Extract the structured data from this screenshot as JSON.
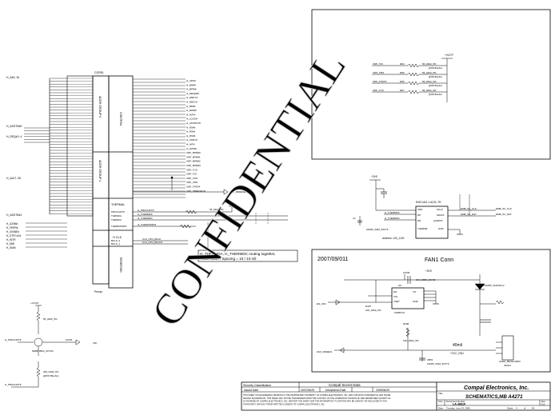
{
  "watermark": "CONFIDENTIAL",
  "cpu": {
    "title_top": "COREL",
    "section_labels": [
      "ADDR GROUP 0",
      "CONTROL",
      "ADDR GROUP 1",
      "THERMAL",
      "H CLK",
      "RESERVED"
    ],
    "part": "Penryn",
    "thermal_pins": [
      "PROCHOT#",
      "THRMDA",
      "THRMDC"
    ],
    "thermtrip": "THERMTRIP#",
    "hclk_pins": [
      "BCLK_0",
      "BCLK_1"
    ],
    "left_net_labels": [
      "H_A#3..16",
      "H_ADSTB#0",
      "H_REQ#0..4",
      "H_A#17..35",
      "H_ADSTB#1",
      "H_A20M#",
      "H_FERR#",
      "H_IGNNE#",
      "H_STPCLK#",
      "H_INTR",
      "H_NMI",
      "H_SMI#"
    ],
    "right_net_labels": [
      "H_ADS#",
      "H_BNR#",
      "H_BPRI#",
      "H_DEFER#",
      "H_DRDY#",
      "H_DBSY#",
      "H_BR0#",
      "H_IERR#",
      "H_INIT#",
      "H_LOCK#",
      "H_CPURST#",
      "H_RS#0",
      "H_RS#1",
      "H_RS#2",
      "H_TRDY#",
      "H_HIT#",
      "H_HITM#",
      "XDP_BPM#0",
      "XDP_BPM#1",
      "XDP_BPM#2",
      "XDP_BPM#3",
      "XDP_TCK",
      "XDP_TDI",
      "XDP_TDO",
      "XDP_TMS",
      "XDP_TRST#",
      "XDP_DBRESET#"
    ],
    "thermal_nets": [
      "H_PROCHOT#",
      "H_THERMDA",
      "H_THERMDC",
      "H_THERMTRIP#"
    ],
    "clk_nets": [
      "CLK_CPU_BCLK",
      "CLK_CPU_BCLK#"
    ],
    "resistor_values": [
      "56_0402_5%",
      "1K_0402_5%"
    ],
    "net_xdp_dbreset": "XDP_DBRESET#"
  },
  "thermal_note": "H_THERMDA, H_THERMDC routing together, Trace width / Spacing = 10 / 10 mil",
  "left_transistor": {
    "vcc": "+VCCP",
    "resistor": "56_0402_5%",
    "net_in": "H_PROCHOT#",
    "part": "MMBT3904_SOT23",
    "net_out": "OCP#",
    "page": "(23)"
  },
  "left_bottom": {
    "net": "H_PROCHOT#",
    "resistor": "330_0402_5%",
    "cap": "@DW Bluebox"
  },
  "xdp_box": {
    "vcc": "+VCCP",
    "rows": [
      {
        "net": "XDP_TDI",
        "ref": "R94",
        "value": "56_0402_5%"
      },
      {
        "net": "XDP_TMS",
        "ref": "R95",
        "value": "56_0402_5%"
      },
      {
        "net": "XDP_TRST#",
        "ref": "R96",
        "value": "56_0402_5%"
      },
      {
        "net": "XDP_TCK",
        "ref": "R97",
        "value": "56_0402_5%"
      }
    ],
    "note": "@DW Bluebox"
  },
  "thermal_sensor": {
    "vcc": "+3VS",
    "part": "EMC1402-1-ACZL-TR",
    "ref": "U5",
    "pins_left": [
      "VDD",
      "DP",
      "DN",
      "THERM#"
    ],
    "pins_right": [
      "SCLK",
      "SDATA",
      "ALERT#",
      "GND"
    ],
    "left_nets": [
      "H_THERMDA",
      "H_THERMDC"
    ],
    "right_nets": [
      "EMB_SC_CLK",
      "EMB_SC_DAT"
    ],
    "address": "Address: 100_1100",
    "cap": "C1",
    "cap_value": "2200P_0402_50V7K"
  },
  "fan": {
    "date": "2007/09/011",
    "title": "FAN1 Conn",
    "vcc_top": "+5VS",
    "ic_part": "G995P1U",
    "ic_ref": "U6",
    "ic_pins": [
      "EN",
      "VIN",
      "VO",
      "VSET",
      "GND"
    ],
    "net_en": "EN_FAN",
    "net_fan_speed": "FAN_SPEED1",
    "diode": "1SS355_SOD323-2",
    "cap_top": "CW36",
    "cap_top_val": "10U_0805_10V4Z",
    "resistor_a": "R407",
    "resistor_b": "R408",
    "res_val": "10K_0402_5%",
    "connector": "ACES_85204-0300I",
    "conn_ref": "JFAN1",
    "cap_bot": "CB51",
    "cap_bot_val": "1000P_0402_50V7K",
    "current": "40mil",
    "vcc_bot": "+VCC_FAN",
    "page": "(23)"
  },
  "title_block": {
    "security_label": "Security Classification",
    "security_value": "Compal Secret Data",
    "issued_label": "Issued Date",
    "issued_value": "2007/06/29",
    "deciphered_label": "Deciphered Date",
    "deciphered_value": "2009/06/29",
    "legal": "THIS SHEET OF ENGINEERING DRAWING IS THE PROPRIETARY PROPERTY OF COMPAL ELECTRONICS, INC. AND CONTAINS CONFIDENTIAL AND TRADE SECRET INFORMATION. THIS SHEET MAY NOT BE TRANSFERED FROM THE CUSTODY OF THE COMPETENT DIVISION OF R&D DEPARTMENT EXCEPT AS AUTHORIZED BY COMPAL ELECTRONICS, INC. NEITHER THIS SHEET NOR THE INFORMATION IT CONTAINS MAY BE USED BY OR DISCLOSED TO ANY THIRD PARTY WITHOUT PRIOR WRITTEN CONSENT OF COMPAL ELECTRONICS, INC.",
    "company": "Compal Electronics, Inc.",
    "title_label": "Title",
    "schematic": "SCHEMATICS,MB A4271",
    "size_label": "Size",
    "doc_label": "Document Number",
    "rev_label": "Rev",
    "doc_number": "LA-3881P",
    "rev": "0.3",
    "date_label": "Date:",
    "date": "Tuesday, June 03, 2008",
    "sheet_label": "Sheet",
    "sheet": "4",
    "of_label": "of",
    "of": "54"
  }
}
